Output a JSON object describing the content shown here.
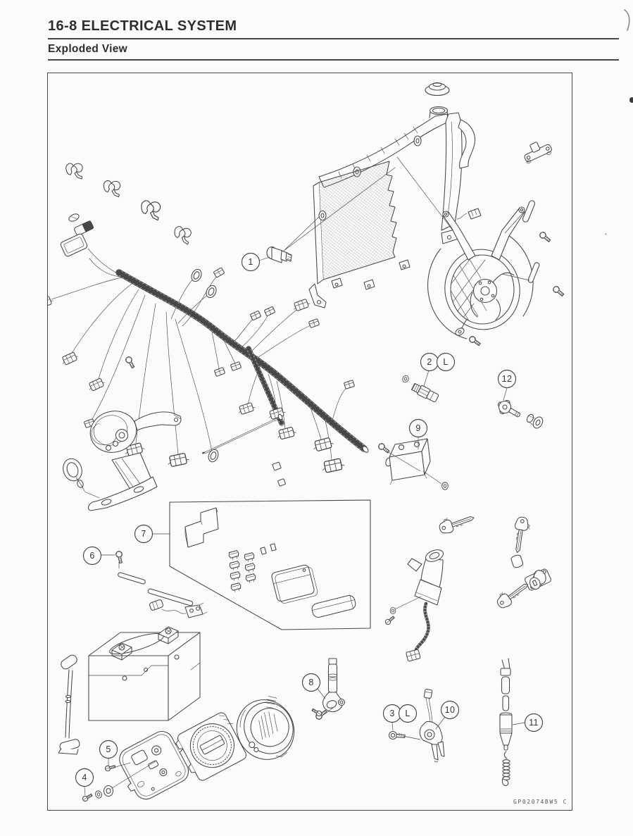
{
  "page": {
    "section_title": "16-8 ELECTRICAL SYSTEM",
    "subsection_title": "Exploded View",
    "figure_code": "GP02074BW5 C"
  },
  "figure": {
    "callouts": [
      {
        "label": "1"
      },
      {
        "label": "2"
      },
      {
        "label": "L"
      },
      {
        "label": "12"
      },
      {
        "label": "9"
      },
      {
        "label": "7"
      },
      {
        "label": "6"
      },
      {
        "label": "5"
      },
      {
        "label": "4"
      },
      {
        "label": "8"
      },
      {
        "label": "3"
      },
      {
        "label": "L"
      },
      {
        "label": "10"
      },
      {
        "label": "11"
      }
    ]
  }
}
